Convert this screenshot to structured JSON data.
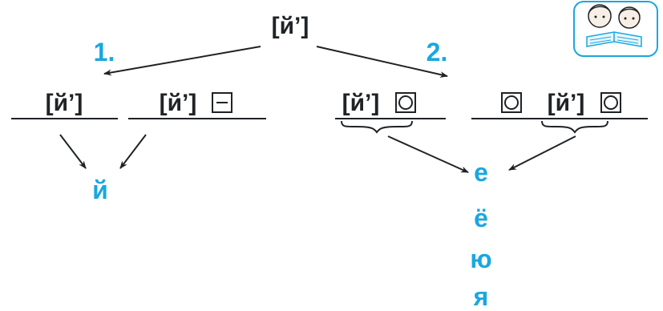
{
  "colors": {
    "text": "#1f2326",
    "accent": "#1aa7e0",
    "line": "#1f2326"
  },
  "top": {
    "label": "[й’]"
  },
  "branch1": {
    "number": "1.",
    "left": {
      "label": "[й’]"
    },
    "right": {
      "label": "[й’]",
      "box": "minus-box"
    },
    "result": "й"
  },
  "branch2": {
    "number": "2.",
    "left": {
      "label": "[й’]",
      "box": "circle-box"
    },
    "right": {
      "label": "[й’]",
      "boxes": [
        "circle-box",
        "circle-box"
      ]
    },
    "results": [
      "е",
      "ё",
      "ю",
      "я"
    ]
  },
  "icon": "children-reading-icon"
}
